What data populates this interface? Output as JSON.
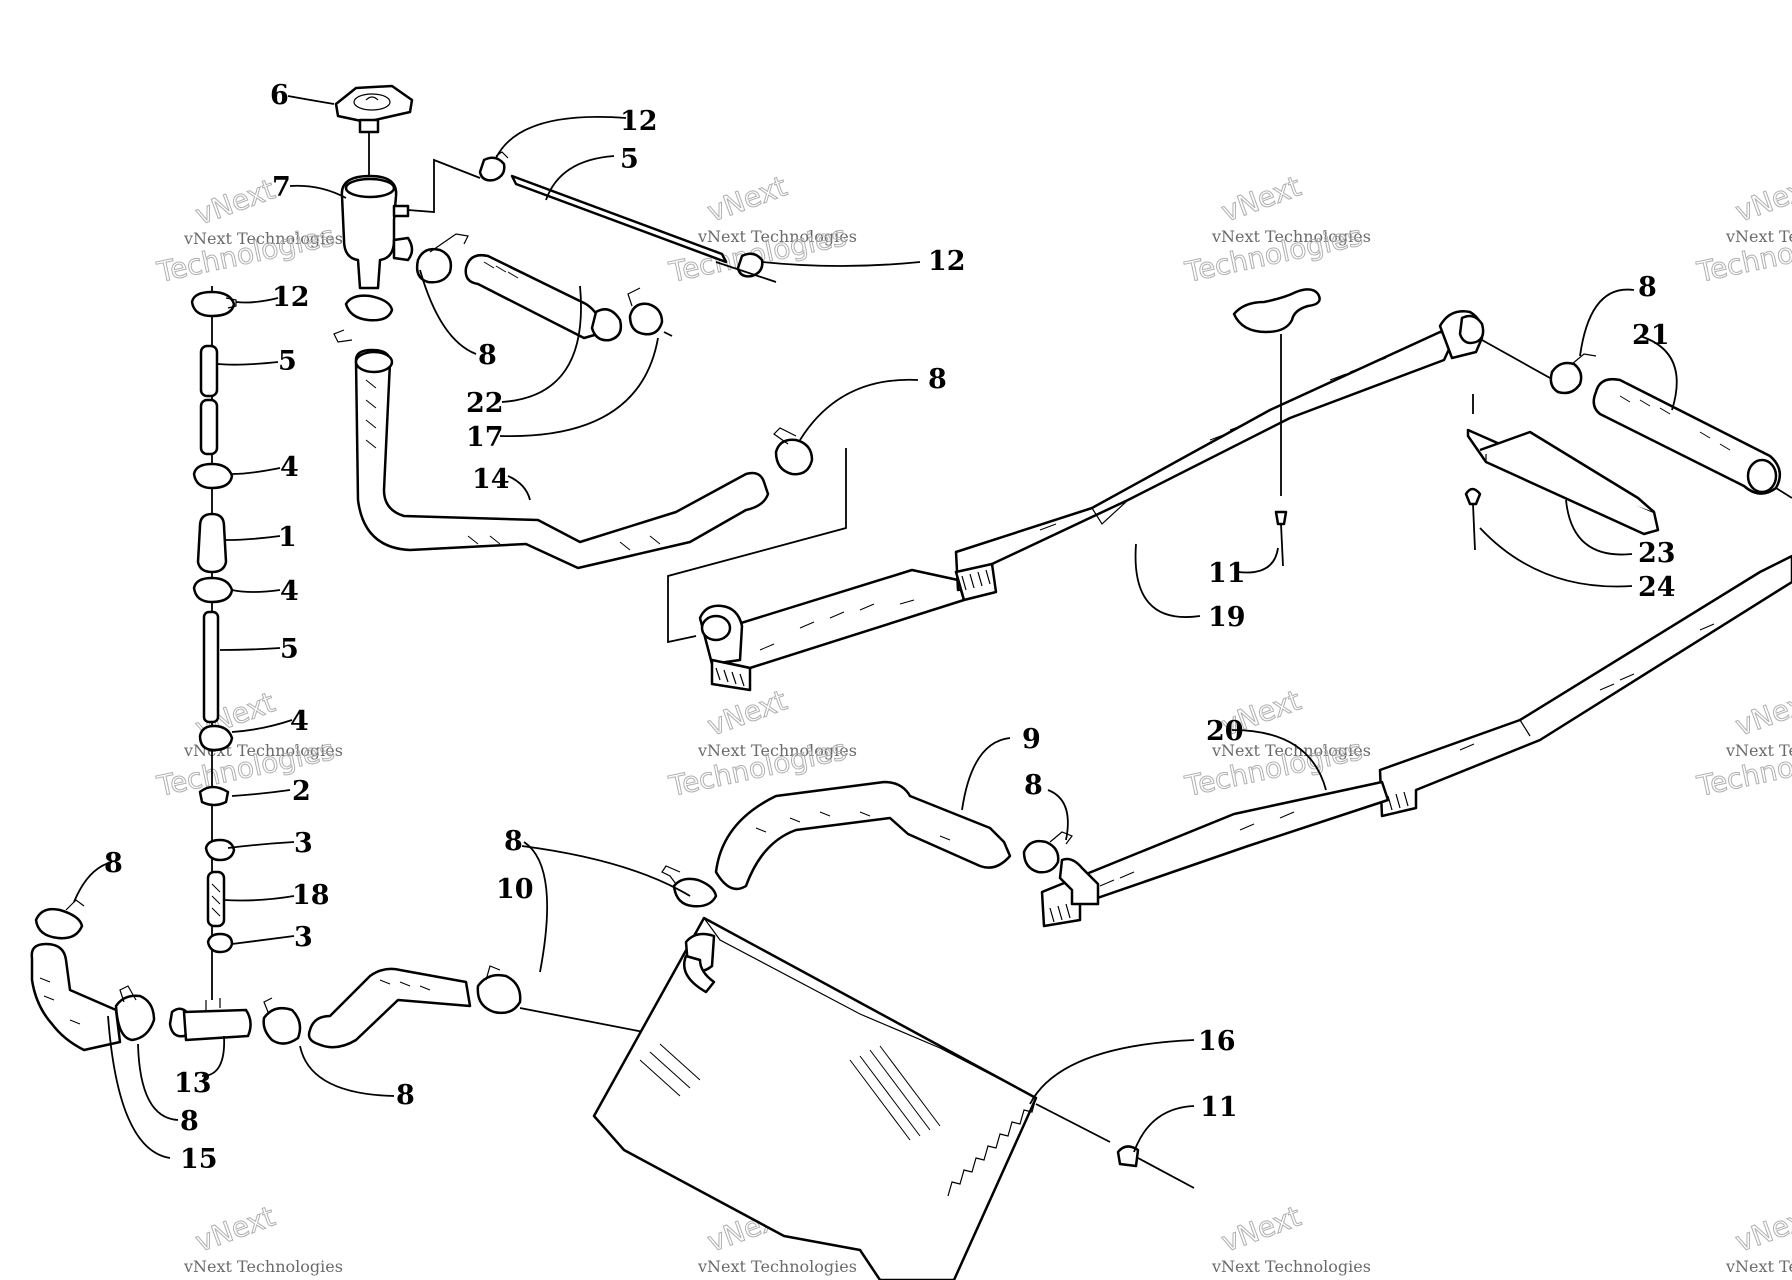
{
  "watermark": {
    "brand": "vNext",
    "small_text": "vNext Technologies",
    "big_text": "Technologies"
  },
  "callouts": {
    "c_6": "6",
    "c_7": "7",
    "c_12_a": "12",
    "c_5_a": "5",
    "c_12_b": "12",
    "c_12_c": "12",
    "c_5_b": "5",
    "c_4_a": "4",
    "c_1": "1",
    "c_4_b": "4",
    "c_5_c": "5",
    "c_4_c": "4",
    "c_2": "2",
    "c_3_a": "3",
    "c_18": "18",
    "c_3_b": "3",
    "c_8_a": "8",
    "c_22": "22",
    "c_17": "17",
    "c_14": "14",
    "c_8_b": "8",
    "c_8_c": "8",
    "c_21": "21",
    "c_23": "23",
    "c_24": "24",
    "c_11_a": "11",
    "c_19": "19",
    "c_20": "20",
    "c_9": "9",
    "c_8_d": "8",
    "c_8_e": "8",
    "c_10": "10",
    "c_8_f": "8",
    "c_13": "13",
    "c_8_g": "8",
    "c_15": "15",
    "c_8_h": "8",
    "c_16": "16",
    "c_11_b": "11"
  }
}
